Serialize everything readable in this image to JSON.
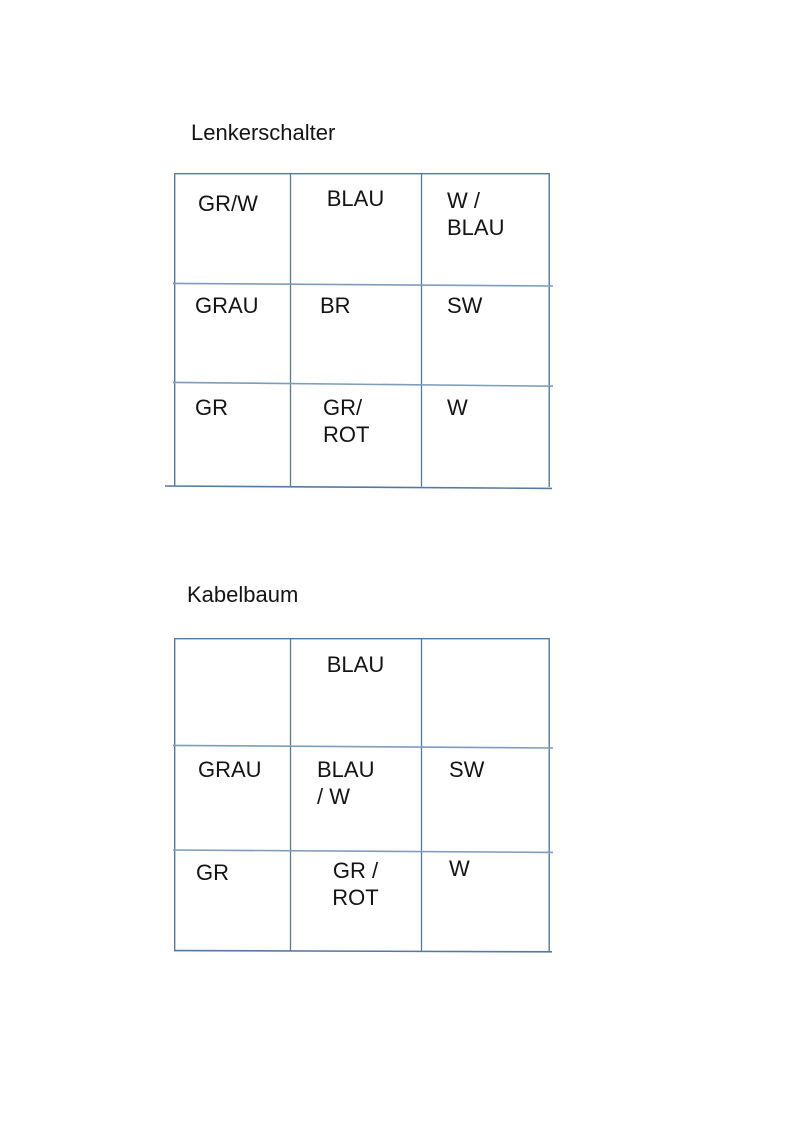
{
  "document": {
    "sections": [
      {
        "title": "Lenkerschalter",
        "table": {
          "rows": [
            {
              "cells": [
                "GR/W",
                "BLAU",
                "W /\nBLAU"
              ]
            },
            {
              "cells": [
                "GRAU",
                "BR",
                "SW"
              ]
            },
            {
              "cells": [
                "GR",
                "GR/\nROT",
                "W"
              ]
            }
          ]
        }
      },
      {
        "title": "Kabelbaum",
        "table": {
          "rows": [
            {
              "cells": [
                "",
                "BLAU",
                ""
              ]
            },
            {
              "cells": [
                "GRAU",
                "BLAU\n/ W",
                "SW"
              ]
            },
            {
              "cells": [
                "GR",
                "GR /\nROT",
                "W"
              ]
            }
          ]
        }
      }
    ]
  },
  "colors": {
    "page_background": "#ffffff",
    "table_line": "#557a9f",
    "table_divider": "#7e9dbd",
    "text": "#141414"
  }
}
